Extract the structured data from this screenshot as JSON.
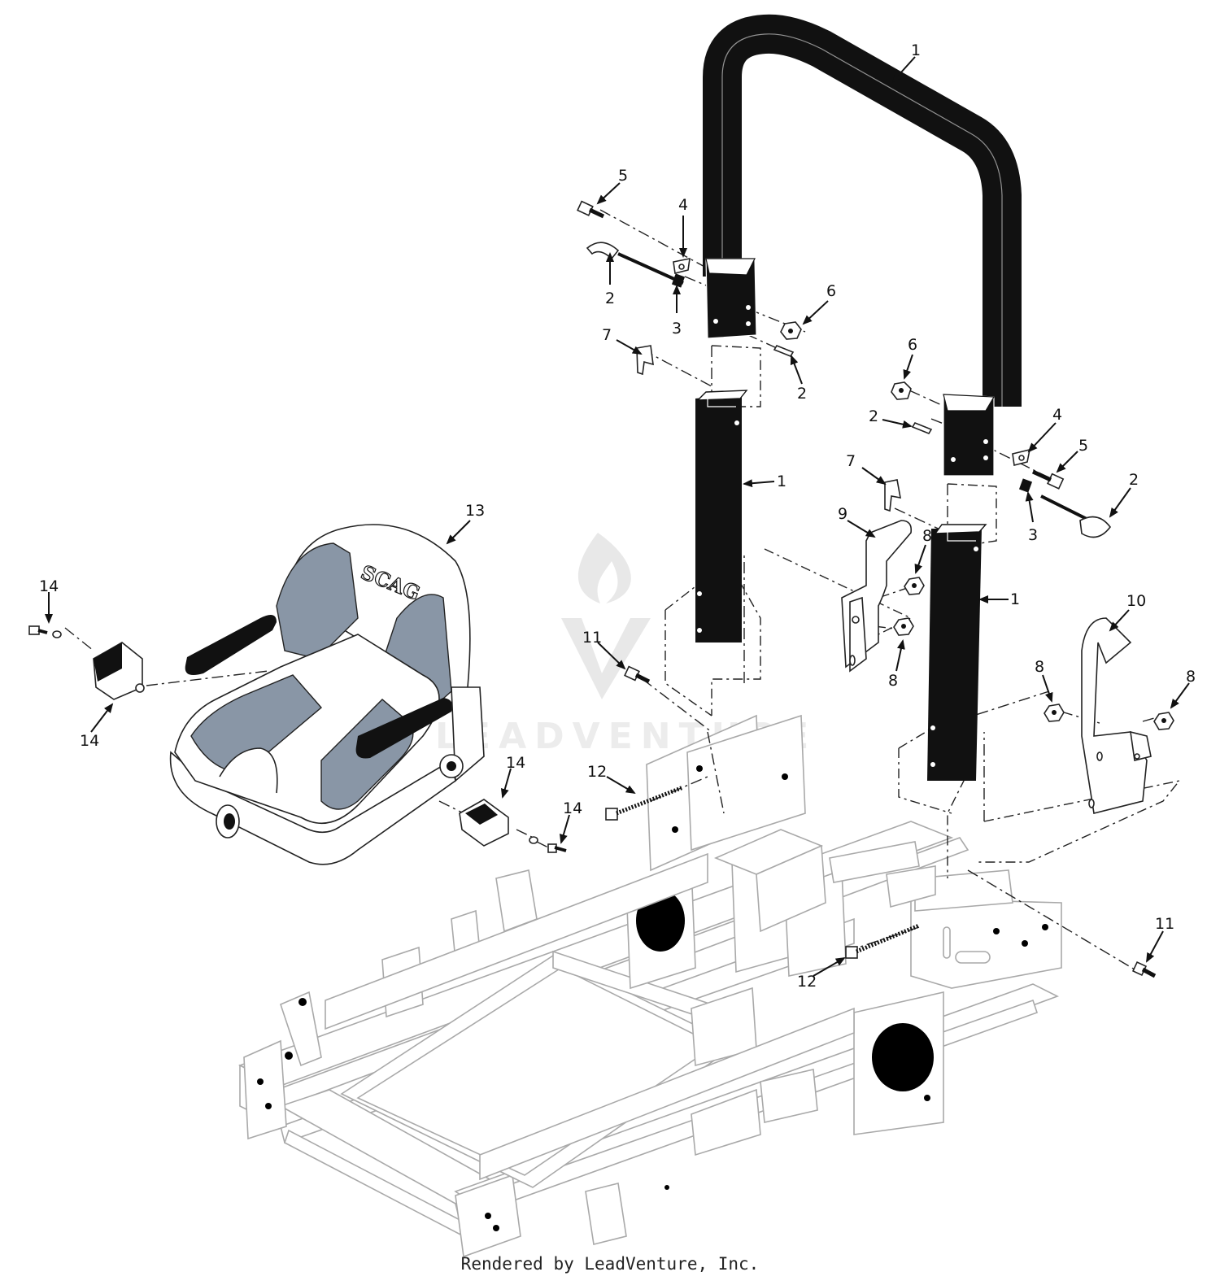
{
  "callouts": [
    {
      "id": "c1a",
      "label": "1"
    },
    {
      "id": "c1b",
      "label": "1"
    },
    {
      "id": "c1c",
      "label": "1"
    },
    {
      "id": "c2a",
      "label": "2"
    },
    {
      "id": "c2b",
      "label": "2"
    },
    {
      "id": "c2c",
      "label": "2"
    },
    {
      "id": "c2d",
      "label": "2"
    },
    {
      "id": "c3a",
      "label": "3"
    },
    {
      "id": "c3b",
      "label": "3"
    },
    {
      "id": "c4a",
      "label": "4"
    },
    {
      "id": "c4b",
      "label": "4"
    },
    {
      "id": "c5a",
      "label": "5"
    },
    {
      "id": "c5b",
      "label": "5"
    },
    {
      "id": "c6a",
      "label": "6"
    },
    {
      "id": "c6b",
      "label": "6"
    },
    {
      "id": "c7a",
      "label": "7"
    },
    {
      "id": "c7b",
      "label": "7"
    },
    {
      "id": "c8a",
      "label": "8"
    },
    {
      "id": "c8b",
      "label": "8"
    },
    {
      "id": "c8c",
      "label": "8"
    },
    {
      "id": "c8d",
      "label": "8"
    },
    {
      "id": "c9",
      "label": "9"
    },
    {
      "id": "c10",
      "label": "10"
    },
    {
      "id": "c11a",
      "label": "11"
    },
    {
      "id": "c11b",
      "label": "11"
    },
    {
      "id": "c12a",
      "label": "12"
    },
    {
      "id": "c12b",
      "label": "12"
    },
    {
      "id": "c13",
      "label": "13"
    },
    {
      "id": "c14a",
      "label": "14"
    },
    {
      "id": "c14b",
      "label": "14"
    },
    {
      "id": "c14c",
      "label": "14"
    },
    {
      "id": "c14d",
      "label": "14"
    }
  ],
  "seat_logo": "SCAG",
  "watermark": "LEADVENTURE",
  "footer": "Rendered by LeadVenture, Inc.",
  "colors": {
    "rollbar": "#111111",
    "seat_panel": "#8996a6",
    "armrest": "#111111",
    "frame_line": "#a9a9a9"
  }
}
